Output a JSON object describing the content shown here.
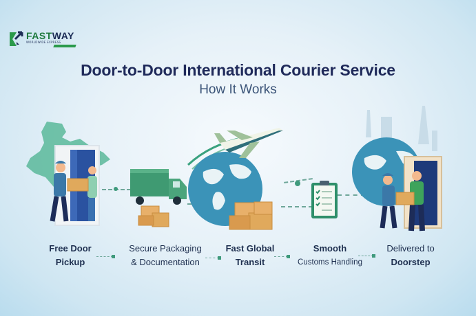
{
  "brand": {
    "name_part1": "FAST",
    "name_part2": "WAY",
    "tagline": "WORLDWIDE EXPRESS",
    "colors": {
      "green": "#1f7a3e",
      "navy": "#1c2c56"
    }
  },
  "header": {
    "title": "Door-to-Door International Courier Service",
    "subtitle": "How It Works"
  },
  "steps": [
    {
      "line1": "Free Door",
      "line2": "Pickup",
      "illustration": "courier-pickup-at-door-with-india-map"
    },
    {
      "line1": "Secure Packaging",
      "line2": "& Documentation",
      "illustration": "delivery-truck-with-boxes"
    },
    {
      "line1": "Fast Global",
      "line2": "Transit",
      "illustration": "airplane-over-globe-with-boxes"
    },
    {
      "line1": "Smooth",
      "line2": "Customs Handling",
      "illustration": "customs-checklist-clipboard"
    },
    {
      "line1": "Delivered to",
      "line2": "Doorstep",
      "illustration": "courier-delivery-at-door-with-landmarks"
    }
  ],
  "colors": {
    "title": "#1f2a5a",
    "subtitle": "#3b5478",
    "accent_green": "#2f8f6a",
    "globe": "#3b93b8",
    "box": "#e0a95c",
    "background": "#e6f1f8"
  }
}
